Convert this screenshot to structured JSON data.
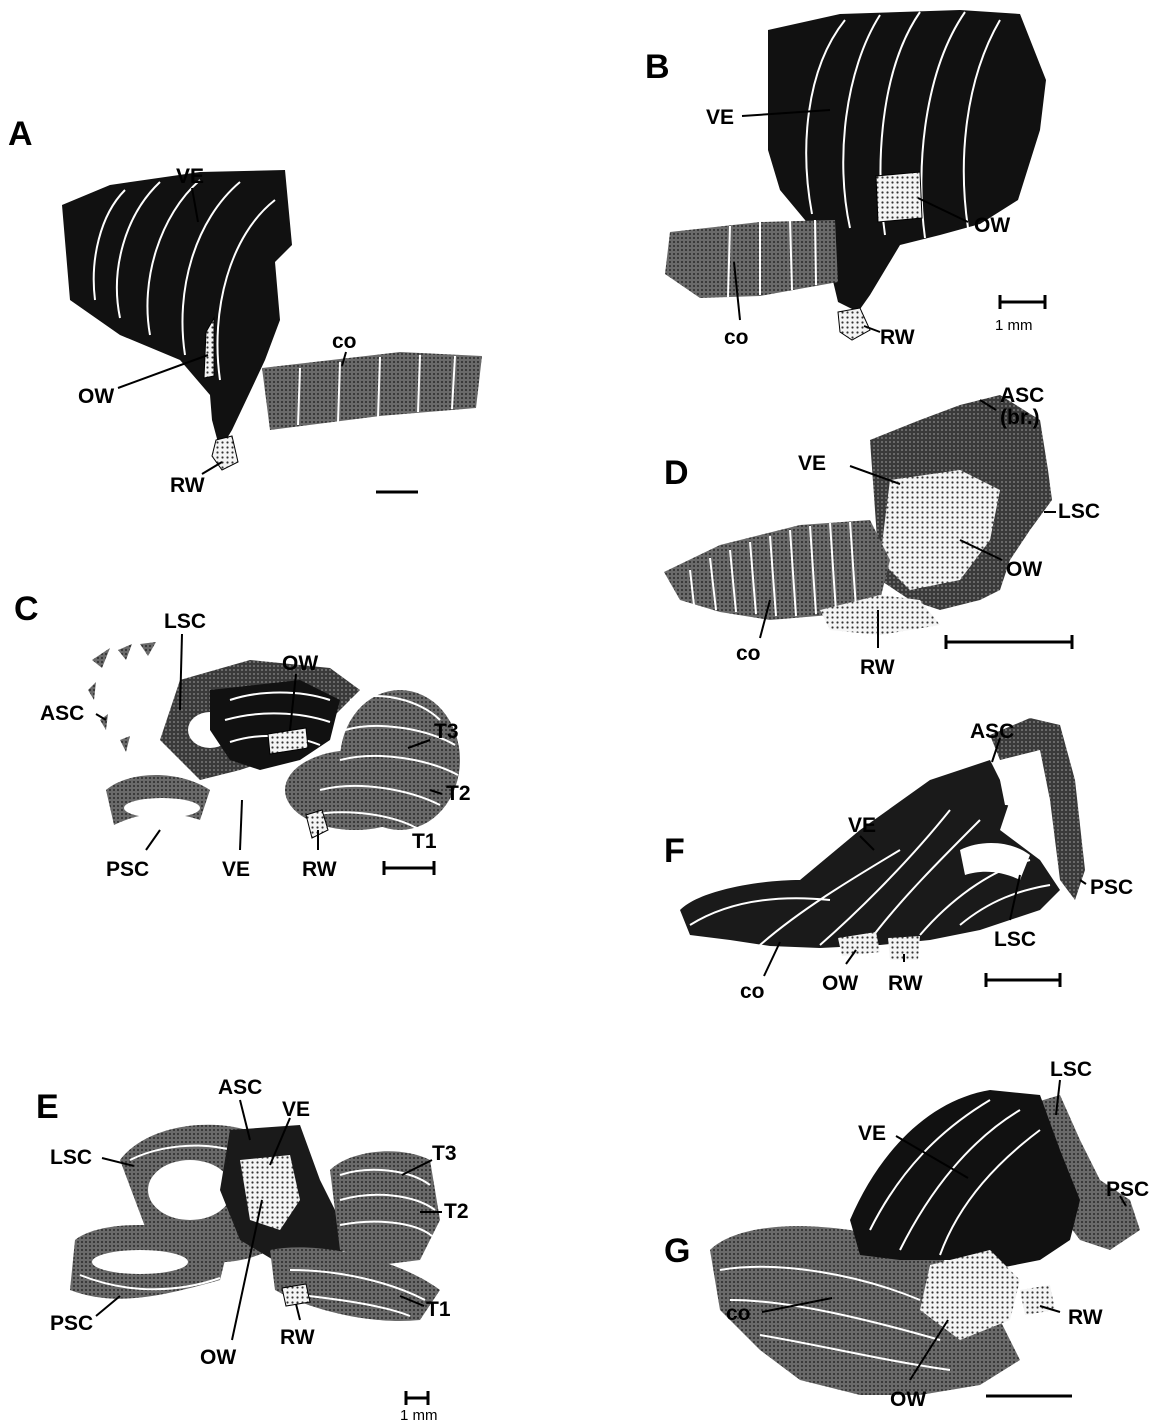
{
  "figure": {
    "panels": [
      {
        "letter": "A",
        "labels": {
          "ve": "VE",
          "ow": "OW",
          "rw": "RW",
          "co": "co"
        }
      },
      {
        "letter": "B",
        "labels": {
          "ve": "VE",
          "ow": "OW",
          "rw": "RW",
          "co": "co"
        },
        "scale_text": "1 mm"
      },
      {
        "letter": "C",
        "labels": {
          "lsc": "LSC",
          "ow": "OW",
          "asc": "ASC",
          "t3": "T3",
          "t2": "T2",
          "t1": "T1",
          "psc": "PSC",
          "ve": "VE",
          "rw": "RW"
        }
      },
      {
        "letter": "D",
        "labels": {
          "asc": "ASC",
          "br": "(br.)",
          "ve": "VE",
          "lsc": "LSC",
          "ow": "OW",
          "co": "co",
          "rw": "RW"
        }
      },
      {
        "letter": "E",
        "labels": {
          "asc": "ASC",
          "ve": "VE",
          "lsc": "LSC",
          "t3": "T3",
          "t2": "T2",
          "t1": "T1",
          "psc": "PSC",
          "ow": "OW",
          "rw": "RW"
        },
        "scale_text": "1 mm"
      },
      {
        "letter": "F",
        "labels": {
          "asc": "ASC",
          "ve": "VE",
          "psc": "PSC",
          "lsc": "LSC",
          "co": "co",
          "ow": "OW",
          "rw": "RW"
        }
      },
      {
        "letter": "G",
        "labels": {
          "lsc": "LSC",
          "ve": "VE",
          "psc": "PSC",
          "co": "co",
          "rw": "RW",
          "ow": "OW"
        }
      }
    ]
  },
  "colors": {
    "dark": "#111111",
    "mid": "#555555",
    "light": "#cfcfcf",
    "ring": "#ffffff"
  }
}
